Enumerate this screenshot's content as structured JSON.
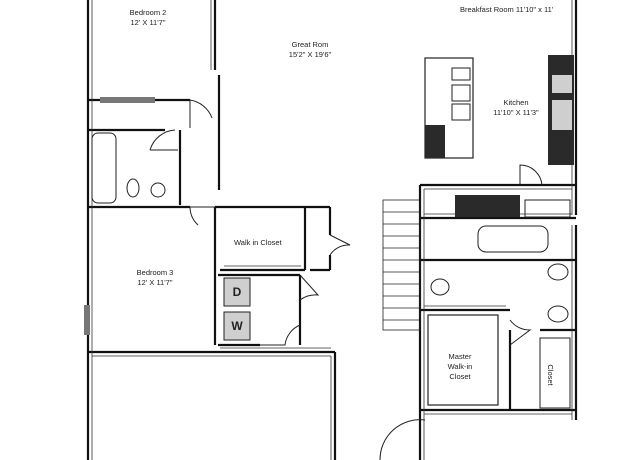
{
  "rooms": {
    "bedroom2": {
      "name": "Bedroom 2",
      "dims": "12' X 11'7\""
    },
    "great_room": {
      "name": "Great Rom",
      "dims": "15'2\" X 19'6\""
    },
    "breakfast": {
      "name": "Breakfast Room 11'10\" x 11'"
    },
    "kitchen": {
      "name": "Kitchen",
      "dims": "11'10\" X 11'3\""
    },
    "walk_in_closet": {
      "name": "Walk in Closet"
    },
    "bedroom3": {
      "name": "Bedroom 3",
      "dims": "12' X 11'7\""
    },
    "master_closet": {
      "line1": "Master",
      "line2": "Walk-in",
      "line3": "Closet"
    },
    "closet": {
      "name": "Closet"
    }
  },
  "appliances": {
    "washer": "W",
    "dryer": "D"
  },
  "colors": {
    "wall": "#111111",
    "line": "#333333",
    "fill_dark": "#2a2a2a",
    "fill_light": "#cfcfcf"
  }
}
